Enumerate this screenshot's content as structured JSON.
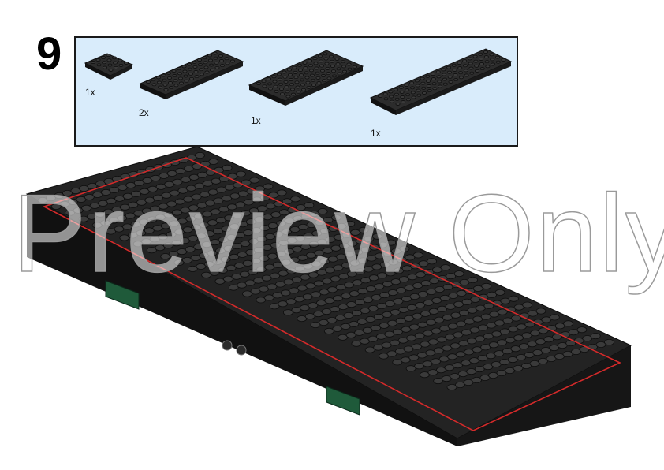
{
  "step": {
    "number": "9"
  },
  "parts": [
    {
      "name": "plate-small",
      "qty": "1x"
    },
    {
      "name": "plate-medium",
      "qty": "2x"
    },
    {
      "name": "plate-large",
      "qty": "1x"
    },
    {
      "name": "plate-xlarge",
      "qty": "1x"
    }
  ],
  "watermark": {
    "text": "Preview Only"
  },
  "colors": {
    "parts_box_bg": "#d9ecfb",
    "brick_black": "#1b1b1b",
    "stud_top": "#3a3a3a",
    "outline_red": "#d42a2a",
    "accent_green": "#1f5a3a"
  }
}
